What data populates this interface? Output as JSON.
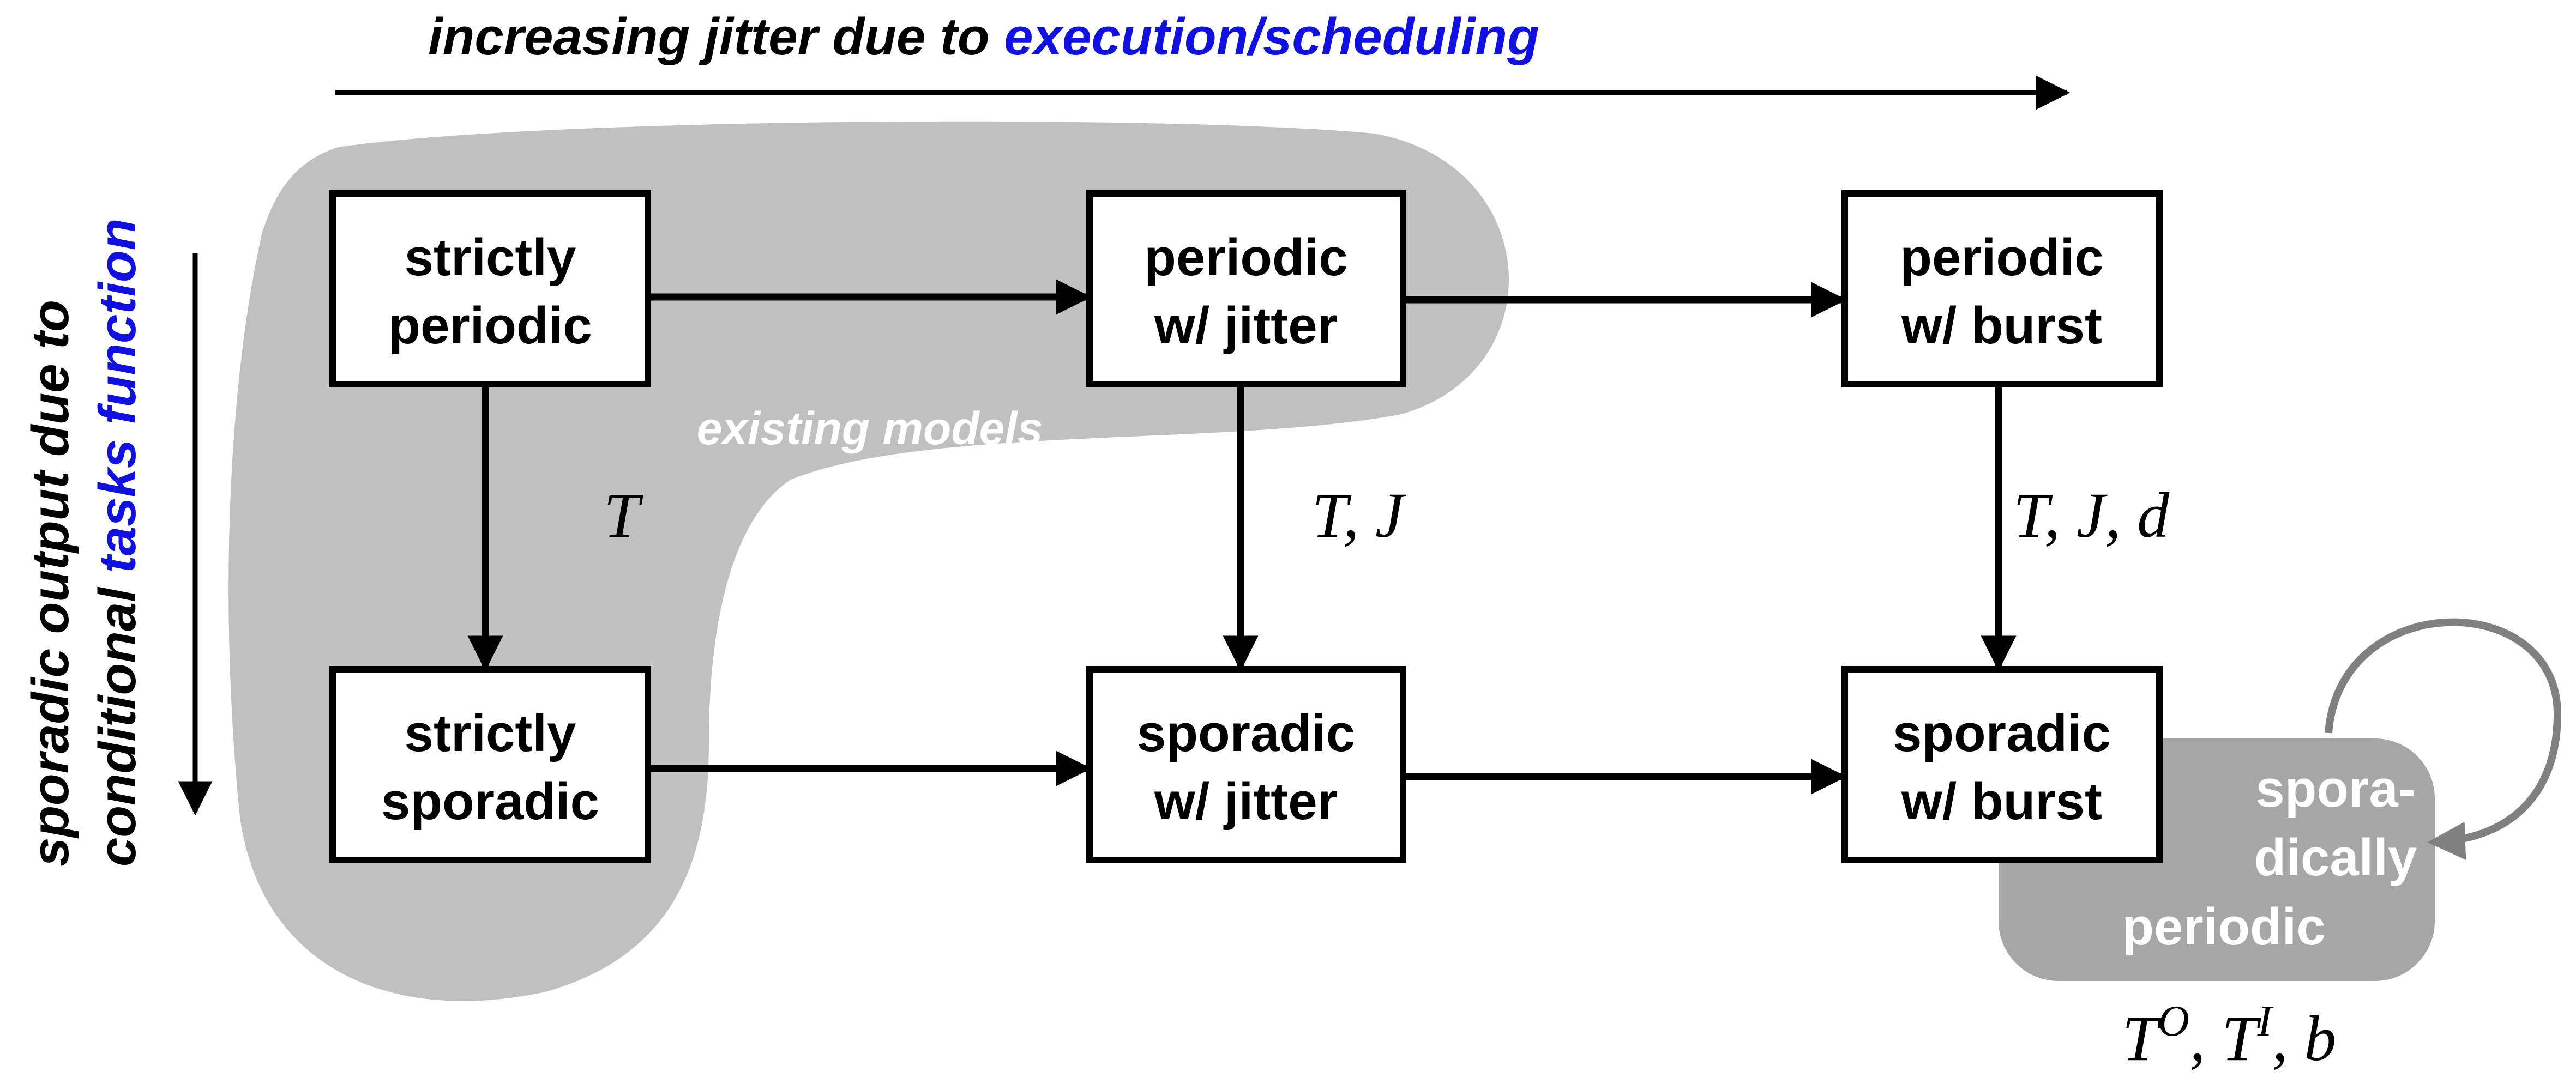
{
  "axes": {
    "horizontal": {
      "text": "increasing jitter due to ",
      "accent": "execution/scheduling"
    },
    "vertical_line1": "sporadic output due to",
    "vertical_line2_plain": "conditional ",
    "vertical_line2_accent": "tasks function"
  },
  "region_label": "existing models",
  "boxes": {
    "strictly_periodic": [
      "strictly",
      "periodic"
    ],
    "periodic_jitter": [
      "periodic",
      "w/ jitter"
    ],
    "periodic_burst": [
      "periodic",
      "w/ burst"
    ],
    "strictly_sporadic": [
      "strictly",
      "sporadic"
    ],
    "sporadic_jitter": [
      "sporadic",
      "w/ jitter"
    ],
    "sporadic_burst": [
      "sporadic",
      "w/ burst"
    ]
  },
  "params": {
    "col1": "T",
    "col2": "T, J",
    "col3": "T, J, d",
    "self_loop": {
      "T": "T",
      "sup_o": "O",
      "sep1": ", ",
      "T2": "T",
      "sup_i": "I",
      "sep2": ", ",
      "b": "b"
    }
  },
  "sporadically_periodic": [
    "spora-",
    "dically",
    "periodic"
  ],
  "colors": {
    "accent_blue": "#1010e0",
    "region_gray": "#c0c0c0",
    "dark_gray": "#a6a6a6",
    "loop_gray": "#808080"
  }
}
